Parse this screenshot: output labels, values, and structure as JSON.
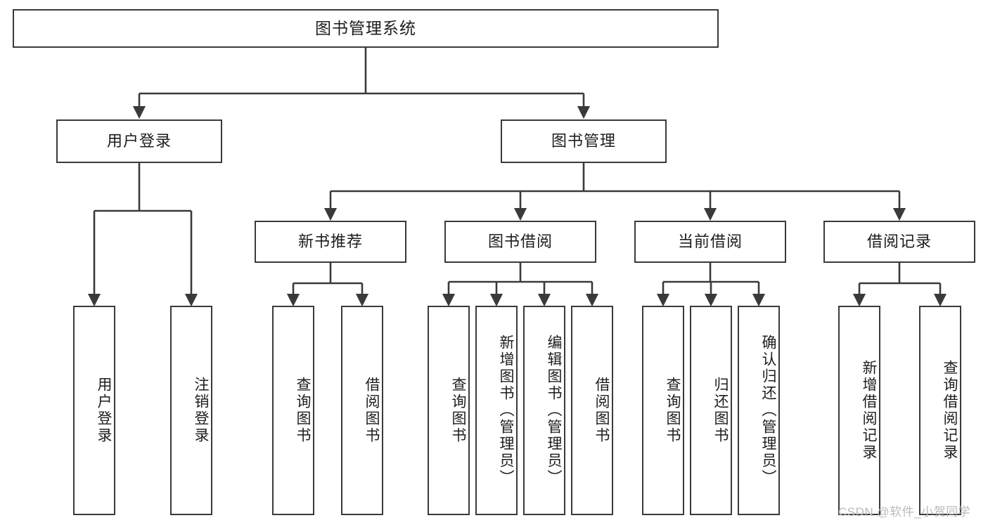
{
  "diagram": {
    "title": "图书管理系统",
    "type": "hierarchy-tree",
    "levels": 4,
    "colors": {
      "box_border": "#3a3a3a",
      "box_fill": "#ffffff",
      "line": "#3a3a3a",
      "text": "#1d1d1d",
      "watermark": "#b9b9b9",
      "background": "#ffffff"
    },
    "nodes": {
      "root": {
        "label": "图书管理系统"
      },
      "level2": [
        {
          "label": "用户登录"
        },
        {
          "label": "图书管理"
        }
      ],
      "level3": [
        {
          "label": "新书推荐"
        },
        {
          "label": "图书借阅"
        },
        {
          "label": "当前借阅"
        },
        {
          "label": "借阅记录"
        }
      ],
      "leaves_user_login": [
        {
          "label": "用户登录"
        },
        {
          "label": "注销登录"
        }
      ],
      "leaves_new_book": [
        {
          "label": "查询图书"
        },
        {
          "label": "借阅图书"
        }
      ],
      "leaves_borrow": [
        {
          "label": "查询图书"
        },
        {
          "label": "新增图书（管理员）"
        },
        {
          "label": "编辑图书（管理员）"
        },
        {
          "label": "借阅图书"
        }
      ],
      "leaves_current": [
        {
          "label": "查询图书"
        },
        {
          "label": "归还图书"
        },
        {
          "label": "确认归还（管理员）"
        }
      ],
      "leaves_records": [
        {
          "label": "新增借阅记录"
        },
        {
          "label": "查询借阅记录"
        }
      ]
    }
  },
  "watermark": {
    "text": "CSDN @软件_小贺同学"
  }
}
